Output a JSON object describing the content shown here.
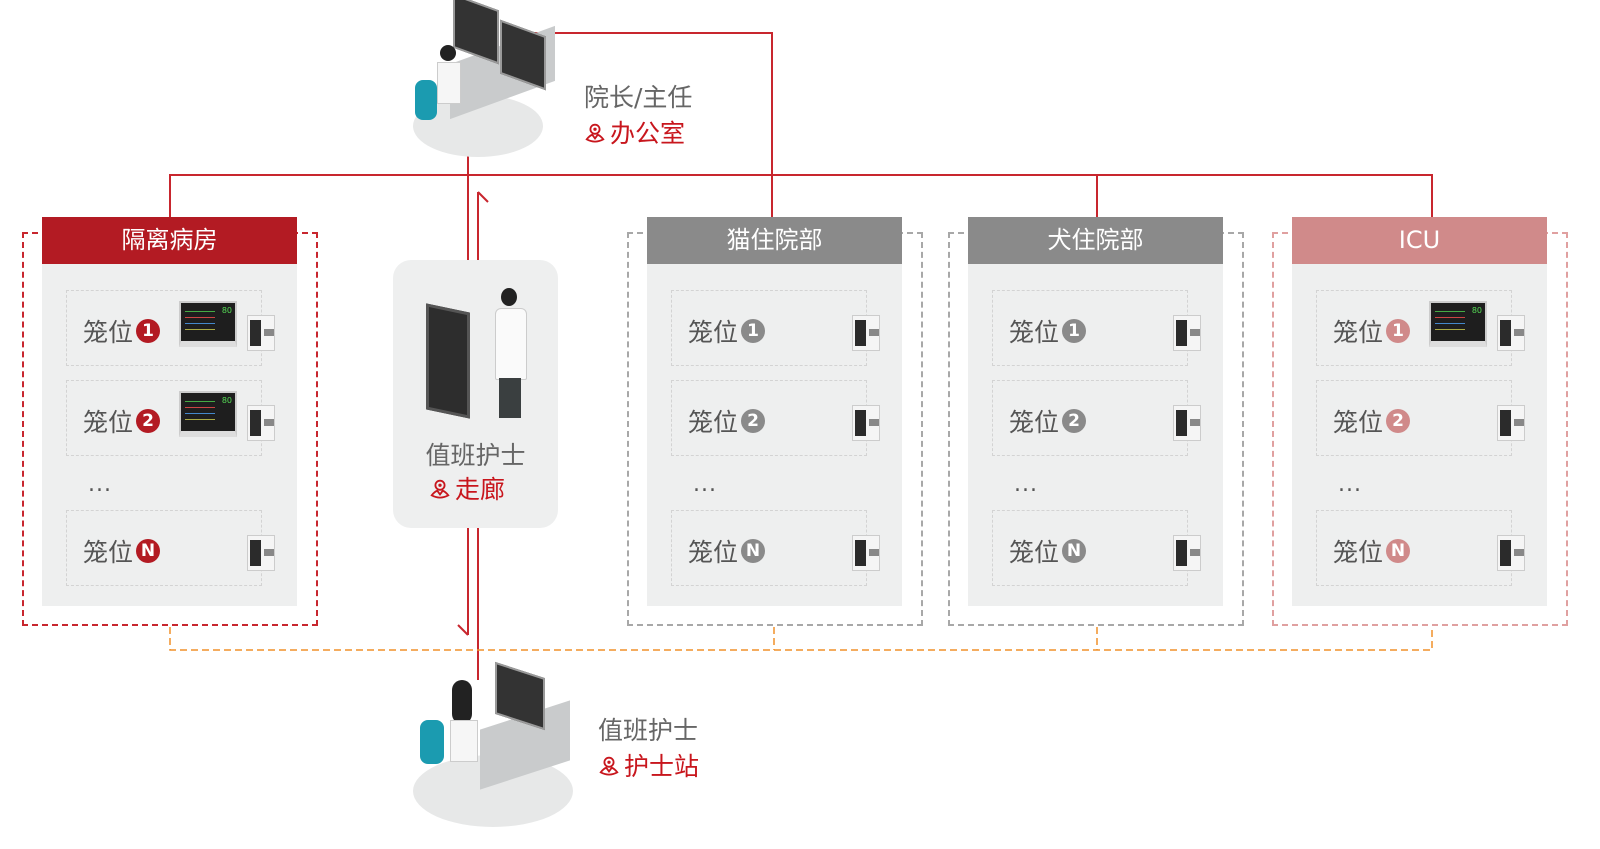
{
  "director": {
    "title": "院长/主任",
    "location": "办公室"
  },
  "corridor_nurse": {
    "title": "值班护士",
    "location": "走廊"
  },
  "station_nurse": {
    "title": "值班护士",
    "location": "护士站"
  },
  "colors": {
    "red": "#b31b23",
    "gray": "#8a8a8a",
    "pink": "#d08a8a",
    "orange": "#f0902a"
  },
  "wards": [
    {
      "name": "隔离病房",
      "color": "#b31b23",
      "border": "#c8262e",
      "slots": [
        {
          "label": "笼位",
          "num": "1",
          "monitor": true
        },
        {
          "label": "笼位",
          "num": "2",
          "monitor": true
        },
        {
          "label": "笼位",
          "num": "N",
          "monitor": false
        }
      ],
      "ellipsis": "..."
    },
    {
      "name": "猫住院部",
      "color": "#8a8a8a",
      "border": "#a8a8a8",
      "slots": [
        {
          "label": "笼位",
          "num": "1",
          "monitor": false
        },
        {
          "label": "笼位",
          "num": "2",
          "monitor": false
        },
        {
          "label": "笼位",
          "num": "N",
          "monitor": false
        }
      ],
      "ellipsis": "..."
    },
    {
      "name": "犬住院部",
      "color": "#8a8a8a",
      "border": "#a8a8a8",
      "slots": [
        {
          "label": "笼位",
          "num": "1",
          "monitor": false
        },
        {
          "label": "笼位",
          "num": "2",
          "monitor": false
        },
        {
          "label": "笼位",
          "num": "N",
          "monitor": false
        }
      ],
      "ellipsis": "..."
    },
    {
      "name": "ICU",
      "color": "#d08a8a",
      "border": "#e0a0a0",
      "slots": [
        {
          "label": "笼位",
          "num": "1",
          "monitor": true
        },
        {
          "label": "笼位",
          "num": "2",
          "monitor": false
        },
        {
          "label": "笼位",
          "num": "N",
          "monitor": false
        }
      ],
      "ellipsis": "..."
    }
  ]
}
